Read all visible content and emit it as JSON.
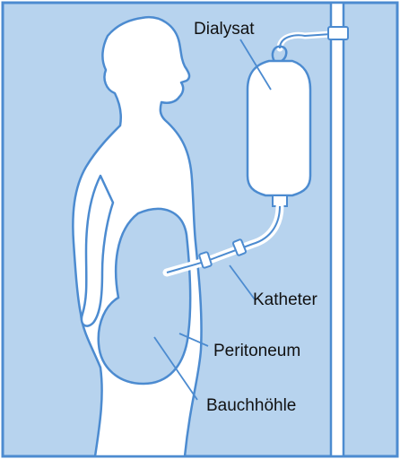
{
  "colors": {
    "background": "#b7d3ee",
    "figure": "#ffffff",
    "outline": "#4c8bd0",
    "frame": "#4c8bd0"
  },
  "labels": {
    "dialysat": "Dialysat",
    "katheter": "Katheter",
    "peritoneum": "Peritoneum",
    "bauchhoehle": "Bauchhöhle"
  }
}
